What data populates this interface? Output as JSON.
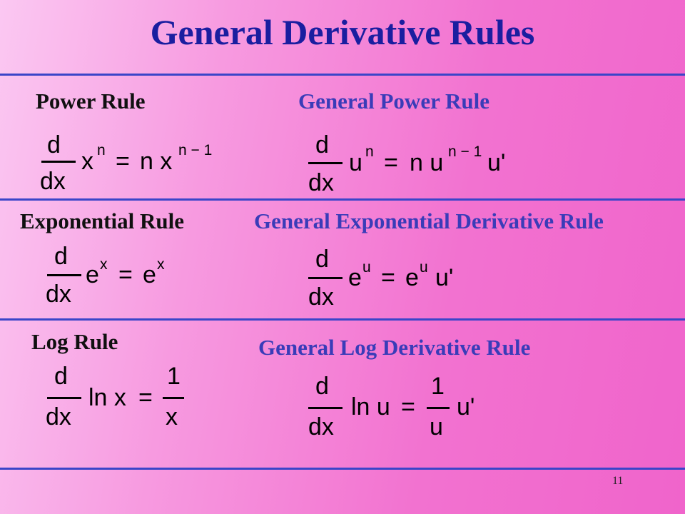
{
  "slide": {
    "title": "General Derivative Rules",
    "page_number": "11"
  },
  "rules": {
    "power": {
      "label": "Power Rule",
      "general_label": "General Power Rule"
    },
    "exponential": {
      "label": "Exponential Rule",
      "general_label": "General Exponential Derivative Rule"
    },
    "log": {
      "label": "Log Rule",
      "general_label": "General Log Derivative Rule"
    }
  },
  "math": {
    "d": "d",
    "dx": "dx",
    "eq": "=",
    "x": "x",
    "n": "n",
    "n_minus_1": "n − 1",
    "u": "u",
    "u_prime": "u'",
    "e": "e",
    "ln": "ln",
    "one": "1",
    "nx": "n x",
    "nu": "n u",
    "eu_uprime_e": "e",
    "lnx": "ln x",
    "lnu": "ln u"
  }
}
